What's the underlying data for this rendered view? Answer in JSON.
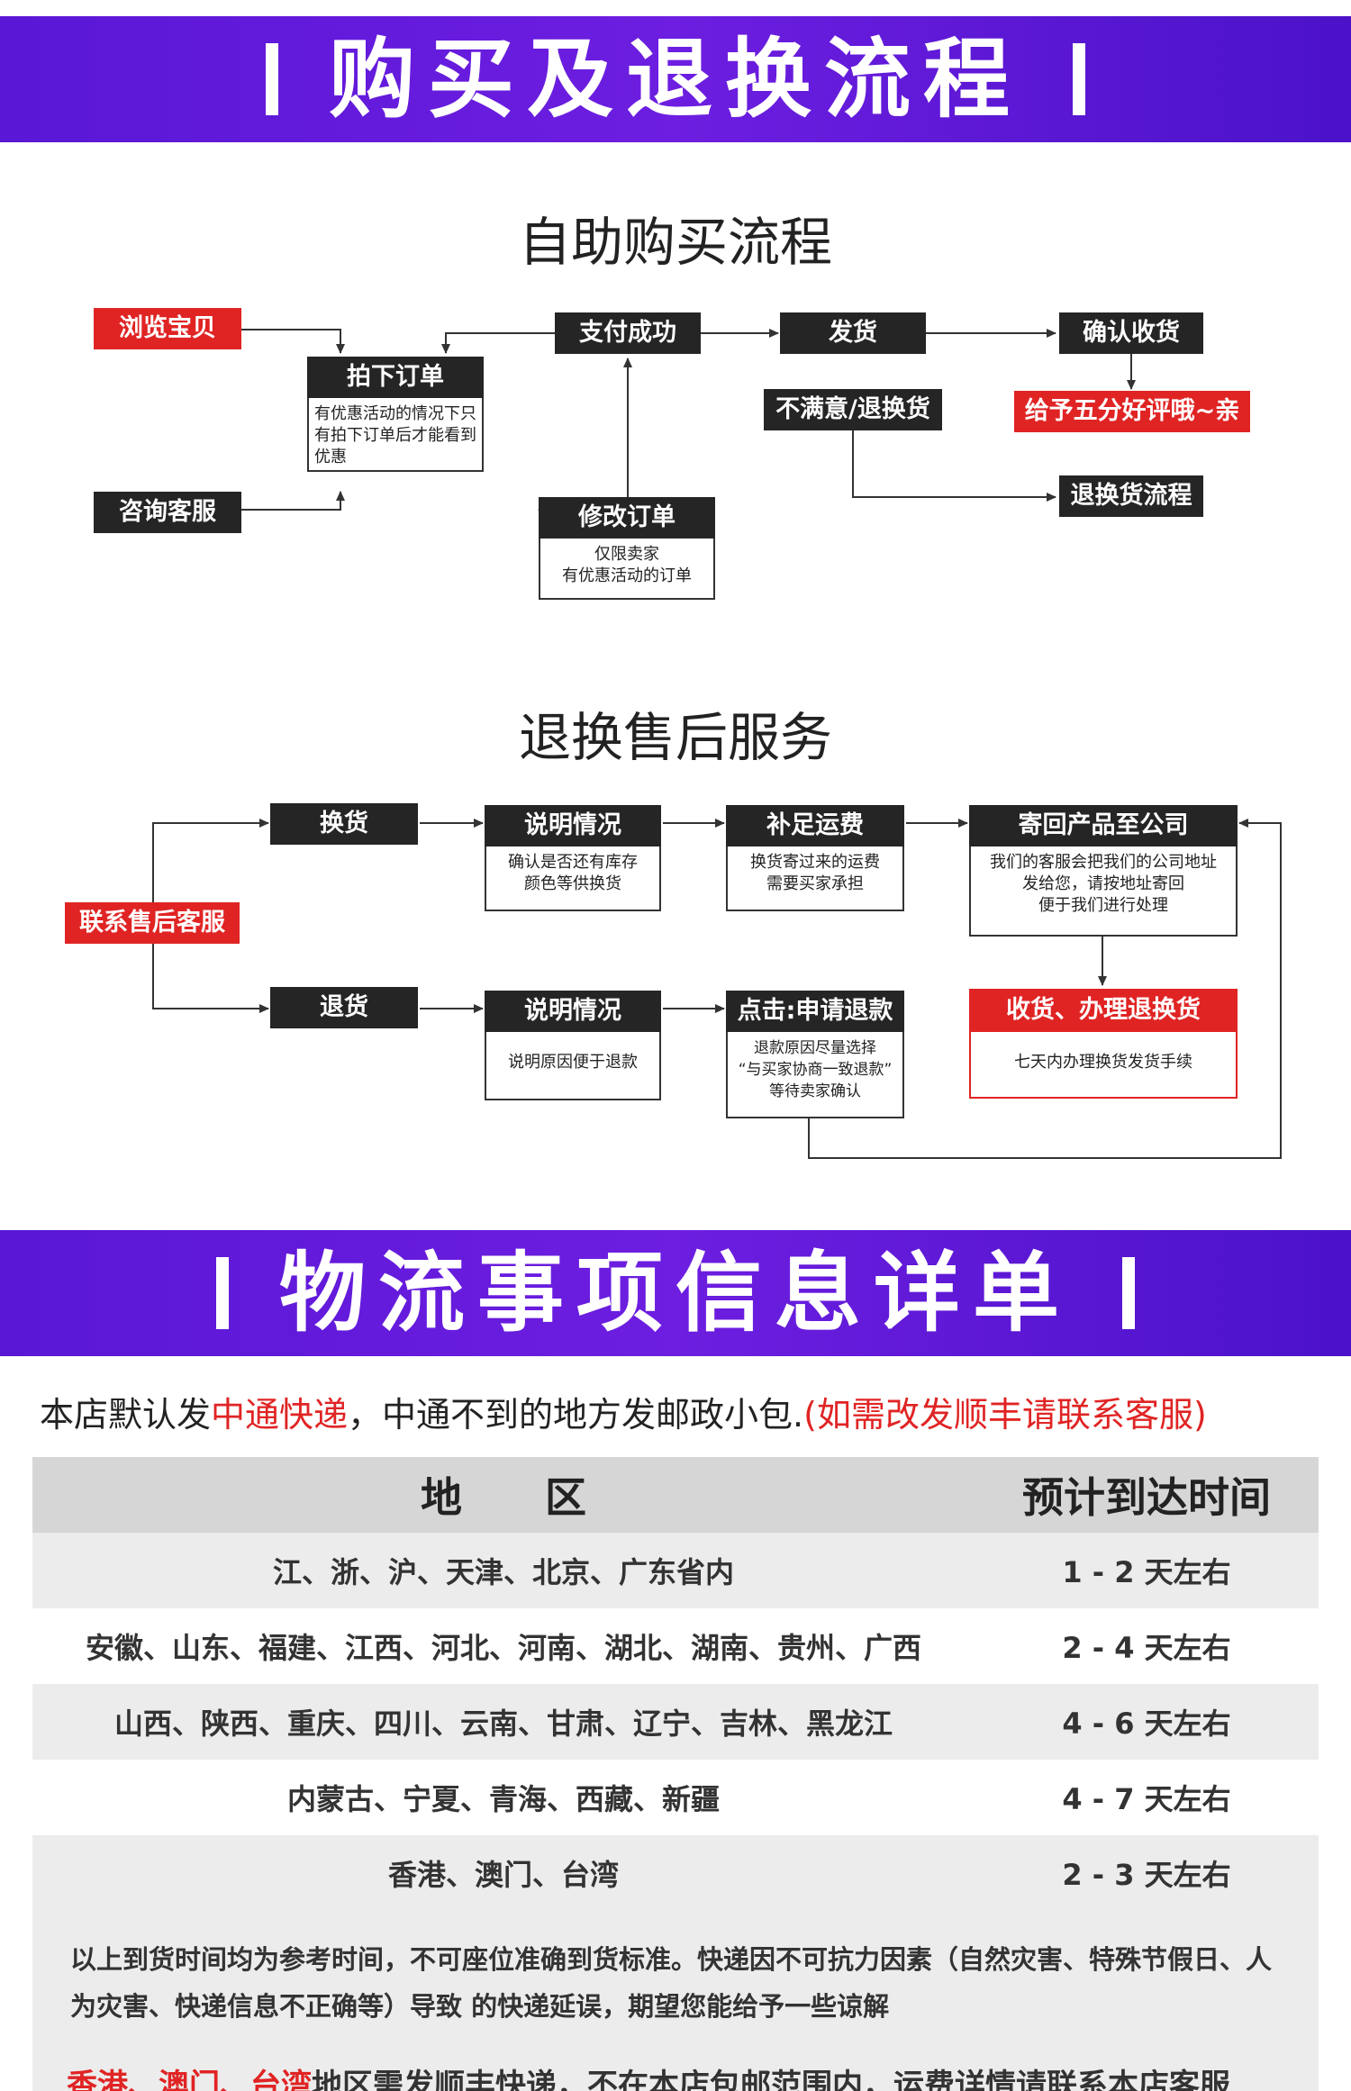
{
  "banner1": {
    "title": "购买及退换流程"
  },
  "buy": {
    "title": "自助购买流程",
    "browse": "浏览宝贝",
    "consult": "咨询客服",
    "order": {
      "title": "拍下订单",
      "desc": "有优惠活动的情况下只有拍下订单后才能看到优惠"
    },
    "pay": "支付成功",
    "modify": {
      "title": "修改订单",
      "desc1": "仅限卖家",
      "desc2": "有优惠活动的订单"
    },
    "ship": "发货",
    "unsatisfied": "不满意/退换货",
    "confirm": "确认收货",
    "praise": "给予五分好评哦~亲",
    "return_flow": "退换货流程"
  },
  "after": {
    "title": "退换售后服务",
    "contact": "联系售后客服",
    "exchange": "换货",
    "refund": "退货",
    "explain1": {
      "title": "说明情况",
      "desc1": "确认是否还有库存",
      "desc2": "颜色等供换货"
    },
    "freight": {
      "title": "补足运费",
      "desc1": "换货寄过来的运费",
      "desc2": "需要买家承担"
    },
    "sendback": {
      "title": "寄回产品至公司",
      "desc1": "我们的客服会把我们的公司地址",
      "desc2": "发给您，请按地址寄回",
      "desc3": "便于我们进行处理"
    },
    "explain2": {
      "title": "说明情况",
      "desc": "说明原因便于退款"
    },
    "apply": {
      "title": "点击:申请退款",
      "desc1": "退款原因尽量选择",
      "desc2": "“与买家协商一致退款”",
      "desc3": "等待卖家确认"
    },
    "receive": {
      "title": "收货、办理退换货",
      "desc": "七天内办理换货发货手续"
    }
  },
  "banner2": {
    "title": "物流事项信息详单"
  },
  "logistics": {
    "intro_a": "本店默认发",
    "intro_b": "中通快递",
    "intro_c": "，中通不到的地方发邮政小包.",
    "intro_d": "(如需改发顺丰请联系客服)",
    "col_region": "地　　区",
    "col_time": "预计到达时间",
    "rows": [
      {
        "region": "江、浙、沪、天津、北京、广东省内",
        "time": "1 - 2 天左右"
      },
      {
        "region": "安徽、山东、福建、江西、河北、河南、湖北、湖南、贵州、广西",
        "time": "2 - 4 天左右"
      },
      {
        "region": "山西、陕西、重庆、四川、云南、甘肃、辽宁、吉林、黑龙江",
        "time": "4 - 6 天左右"
      },
      {
        "region": "内蒙古、宁夏、青海、西藏、新疆",
        "time": "4 - 7 天左右"
      },
      {
        "region": "香港、澳门、台湾",
        "time": "2 - 3 天左右"
      }
    ],
    "note": "以上到货时间均为参考时间，不可座位准确到货标准。快递因不可抗力因素（自然灾害、特殊节假日、人为灾害、快递信息不正确等）导致 的快递延误，期望您能给予一些谅解",
    "bottom_red": "香港、澳门、台湾",
    "bottom_rest": "地区需发顺丰快递，不在本店包邮范围内，运费详情请联系本店客服"
  },
  "colors": {
    "banner": "#5a17d6",
    "dark": "#252525",
    "red": "#e02424",
    "row": "#ececec",
    "header": "#d6d6d6"
  }
}
